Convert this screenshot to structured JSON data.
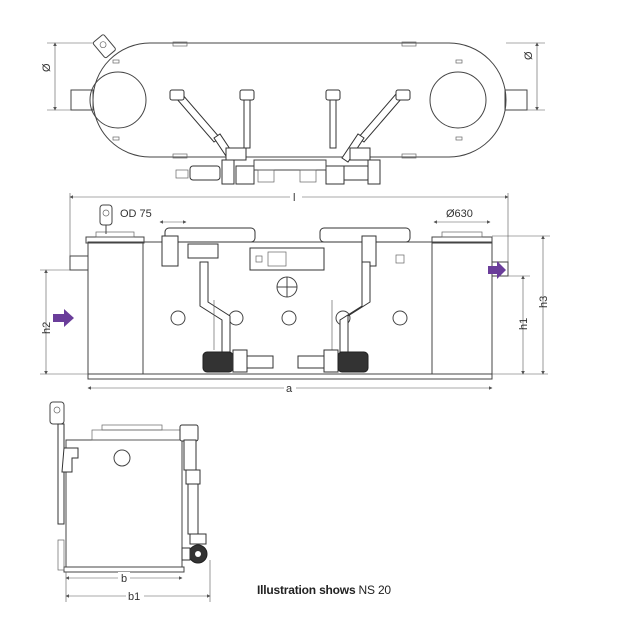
{
  "caption": {
    "bold": "Illustration shows",
    "normal": " NS 20"
  },
  "top_view": {
    "diameter_left": "Ø",
    "diameter_right": "Ø"
  },
  "front_view": {
    "length": "l",
    "outlet_diameter": "OD 75",
    "manhole_diameter": "Ø630",
    "height_inlet": "h2",
    "height_outlet": "h1",
    "height_total": "h3",
    "width": "a"
  },
  "side_view": {
    "width_base": "b",
    "width_total": "b1"
  },
  "colors": {
    "flow_arrow": "#6a3d9a",
    "line": "#444444"
  }
}
